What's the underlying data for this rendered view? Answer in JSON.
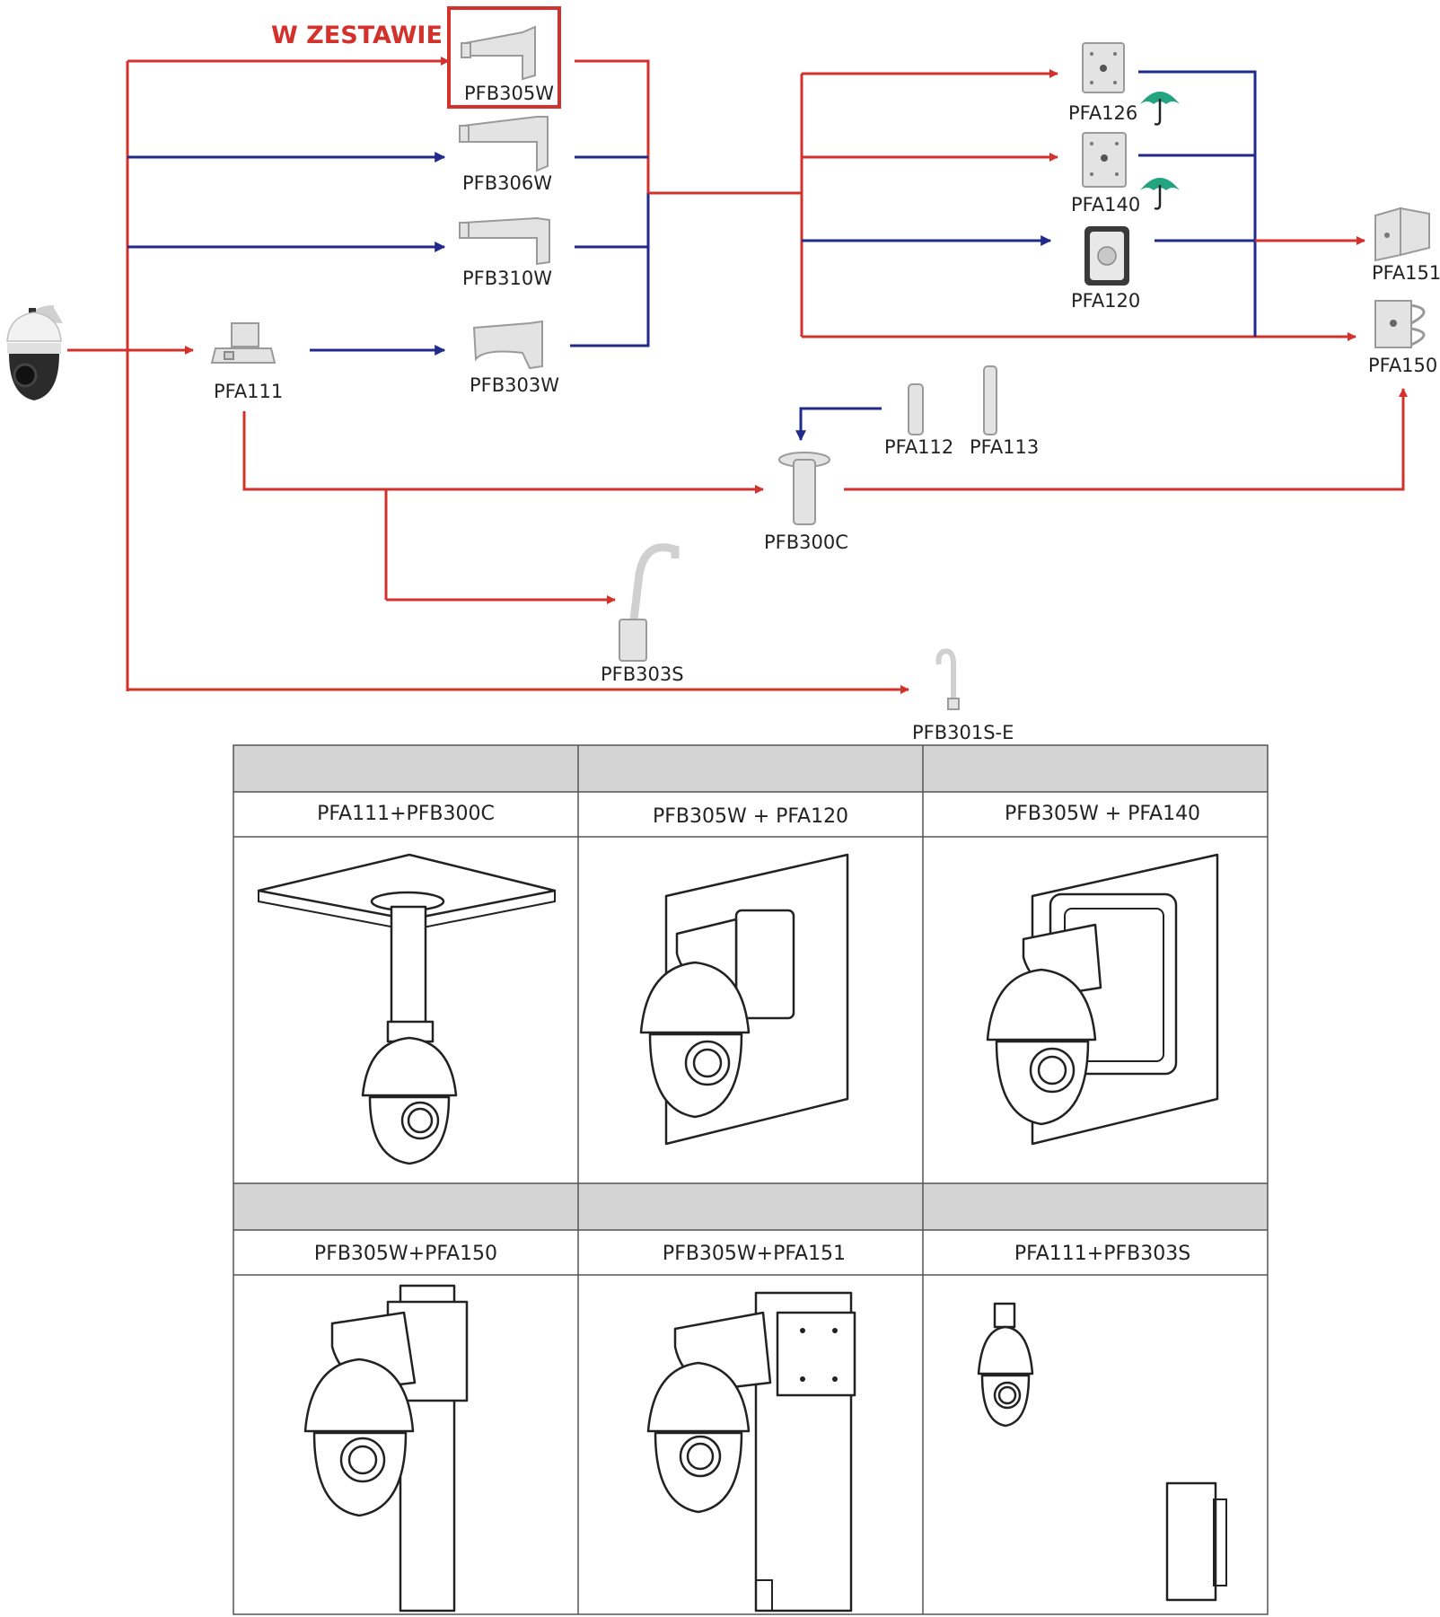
{
  "kit_label": "W ZESTAWIE",
  "colors": {
    "compulsory_red": "#d3312b",
    "optional_blue": "#1f2a8a",
    "highlight_red": "#d3312b",
    "umbrella_green": "#23a37f",
    "table_header_gray": "#d4d4d4"
  },
  "products": {
    "pfb305w": "PFB305W",
    "pfb306w": "PFB306W",
    "pfb310w": "PFB310W",
    "pfb303w": "PFB303W",
    "pfa111": "PFA111",
    "pfa126": "PFA126",
    "pfa140": "PFA140",
    "pfa120": "PFA120",
    "pfa151": "PFA151",
    "pfa150": "PFA150",
    "pfa112": "PFA112",
    "pfa113": "PFA113",
    "pfb300c": "PFB300C",
    "pfb303s": "PFB303S",
    "pfb301se": "PFB301S-E"
  },
  "icons": [
    "camera-icon",
    "umbrella-icon"
  ],
  "table": {
    "row1": [
      "PFA111+PFB300C",
      "PFB305W + PFA120",
      "PFB305W + PFA140"
    ],
    "row2": [
      "PFB305W+PFA150",
      "PFB305W+PFA151",
      "PFA111+PFB303S"
    ]
  }
}
